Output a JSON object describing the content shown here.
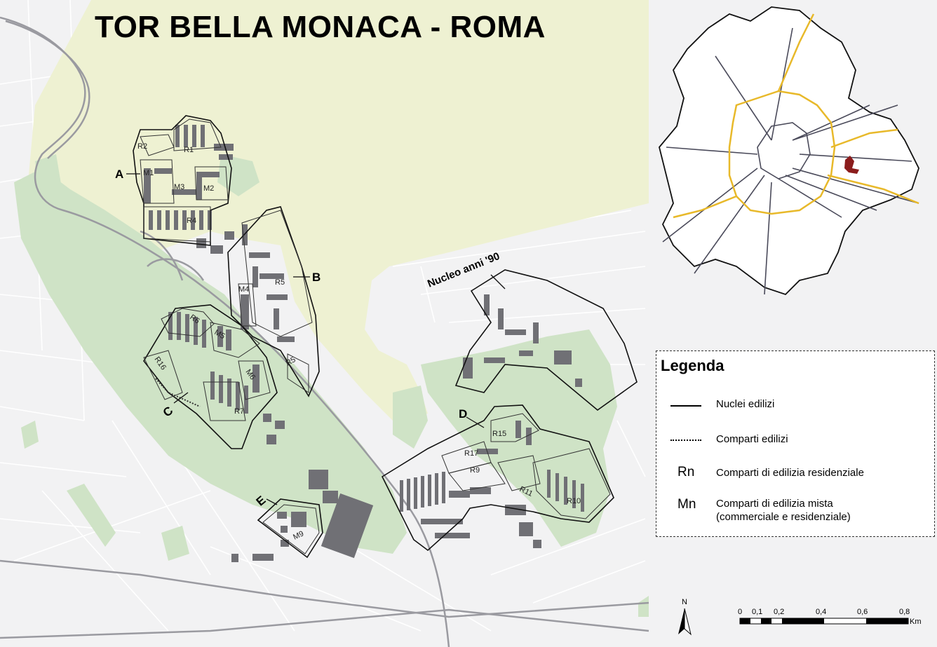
{
  "title": "TOR BELLA MONACA - ROMA",
  "zones": {
    "A": "A",
    "B": "B",
    "C": "C",
    "D": "D",
    "E": "E",
    "nucleo": "Nucleo anni '90"
  },
  "comparti": [
    "R1",
    "R2",
    "M1",
    "M2",
    "M3",
    "R4",
    "M4",
    "R5",
    "R6",
    "M5",
    "R16",
    "M6",
    "R7",
    "R5",
    "R15",
    "R17",
    "R9",
    "R11",
    "R10",
    "M9"
  ],
  "legend": {
    "title": "Legenda",
    "items": [
      {
        "symbol": "solid-line",
        "text": "Nuclei edilizi"
      },
      {
        "symbol": "dotted-line",
        "text": "Comparti edilizi"
      },
      {
        "symbol": "Rn",
        "text": "Comparti di edilizia residenziale"
      },
      {
        "symbol": "Mn",
        "text": "Comparti di edilizia mista",
        "text2": "(commerciale e residenziale)"
      }
    ]
  },
  "north": "N",
  "scale": {
    "labels": [
      "0",
      "0,1",
      "0,2",
      "0,4",
      "0,6",
      "0,8"
    ],
    "unit": "Km"
  },
  "colors": {
    "background": "#f2f2f3",
    "park": "#eef1d2",
    "green": "#cfe3c6",
    "building": "#707075",
    "ring_road": "#e8b92a",
    "highlight": "#8b1c1c"
  }
}
